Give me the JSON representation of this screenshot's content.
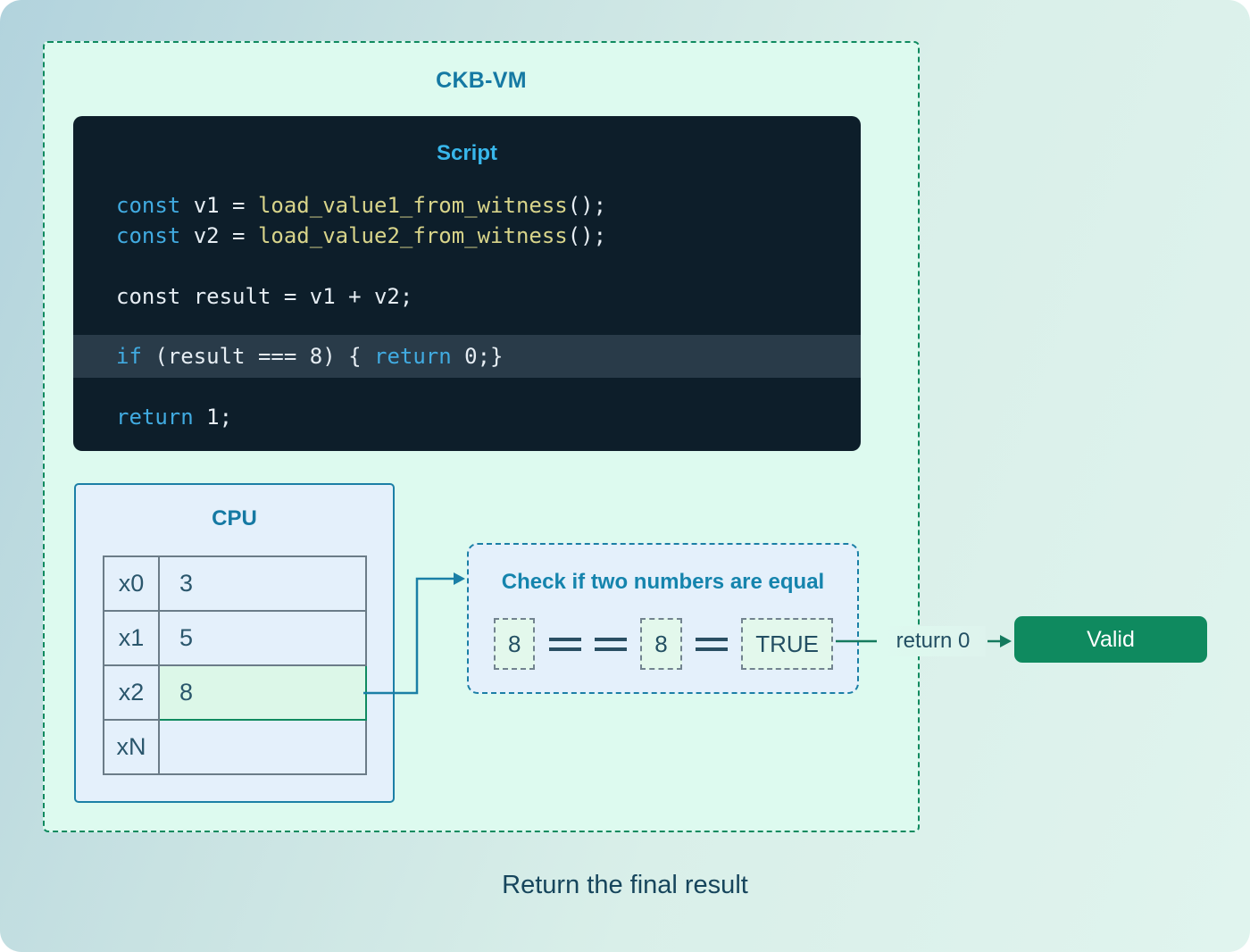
{
  "colors": {
    "accent_teal": "#1579a3",
    "dash_green": "#0f8a5f",
    "valid_green": "#0f8a5f",
    "keyword_blue": "#41abe1",
    "function_yellow": "#d8d48a",
    "code_background": "#0d1e2a",
    "panel_blue": "#e4f0fb",
    "mint_background": "#ddfaef"
  },
  "vm": {
    "title": "CKB-VM"
  },
  "script": {
    "title": "Script",
    "lines": [
      {
        "highlight": false,
        "tokens": [
          {
            "text": "const",
            "type": "kw"
          },
          {
            "text": " v1 = ",
            "type": "plain"
          },
          {
            "text": "load_value1_from_witness",
            "type": "fn"
          },
          {
            "text": "();",
            "type": "plain"
          }
        ]
      },
      {
        "highlight": false,
        "tokens": [
          {
            "text": "const",
            "type": "kw"
          },
          {
            "text": " v2 = ",
            "type": "plain"
          },
          {
            "text": "load_value2_from_witness",
            "type": "fn"
          },
          {
            "text": "();",
            "type": "plain"
          }
        ]
      },
      {
        "highlight": false,
        "tokens": [
          {
            "text": "const result = v1 + v2;",
            "type": "plain"
          }
        ]
      },
      {
        "highlight": true,
        "tokens": [
          {
            "text": "if",
            "type": "kw"
          },
          {
            "text": " (result === 8) { ",
            "type": "plain"
          },
          {
            "text": "return",
            "type": "kw"
          },
          {
            "text": " 0;}",
            "type": "plain"
          }
        ]
      },
      {
        "highlight": false,
        "tokens": [
          {
            "text": "return",
            "type": "kw"
          },
          {
            "text": " 1;",
            "type": "plain"
          }
        ]
      }
    ]
  },
  "cpu": {
    "title": "CPU",
    "registers": [
      {
        "name": "x0",
        "value": "3",
        "highlight": false
      },
      {
        "name": "x1",
        "value": "5",
        "highlight": false
      },
      {
        "name": "x2",
        "value": "8",
        "highlight": true
      },
      {
        "name": "xN",
        "value": "",
        "highlight": false
      }
    ]
  },
  "check": {
    "title": "Check if two numbers are equal",
    "items": [
      {
        "kind": "box",
        "text": "8"
      },
      {
        "kind": "eq"
      },
      {
        "kind": "eq"
      },
      {
        "kind": "box",
        "text": "8"
      },
      {
        "kind": "eq"
      },
      {
        "kind": "box",
        "text": "TRUE"
      }
    ]
  },
  "flow": {
    "return_label": "return 0",
    "valid_label": "Valid"
  },
  "caption": "Return the final result"
}
